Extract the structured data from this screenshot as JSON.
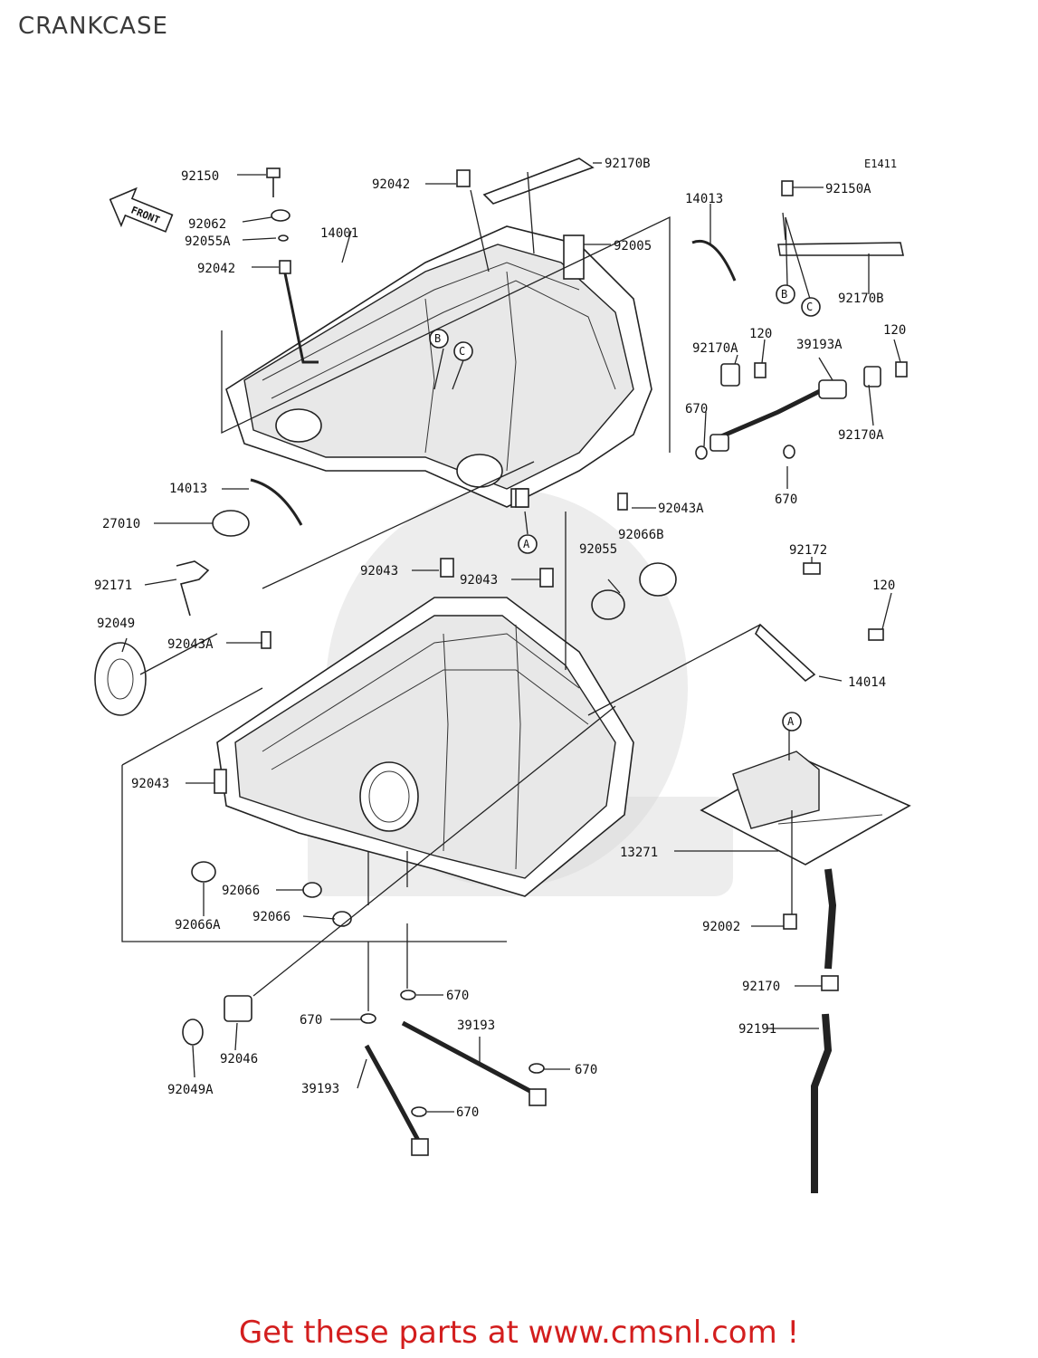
{
  "page": {
    "title": "CRANKCASE",
    "code": "E1411",
    "footer": "Get these parts at www.cmsnl.com !",
    "accent_color": "#d31e1e"
  },
  "front_arrow": "FRONT",
  "callouts": [
    "A",
    "B",
    "C"
  ],
  "labels": {
    "l92150": "92150",
    "l92062": "92062",
    "l92055A": "92055A",
    "l92042a": "92042",
    "l92042b": "92042",
    "l14001": "14001",
    "l92170B_top": "92170B",
    "l92005": "92005",
    "l14013_top": "14013",
    "l92150A": "92150A",
    "l92170B_right": "92170B",
    "l120a": "120",
    "l92170A_a": "92170A",
    "l39193A": "39193A",
    "l120b": "120",
    "l670a": "670",
    "l92170A_b": "92170A",
    "l670b": "670",
    "l14013_left": "14013",
    "l27010": "27010",
    "l92043A_a": "92043A",
    "l92066B": "92066B",
    "l92171": "92171",
    "l92043a": "92043",
    "l92043b": "92043",
    "l92055": "92055",
    "l92172": "92172",
    "l120c": "120",
    "l92049": "92049",
    "l92043A_b": "92043A",
    "l14014": "14014",
    "l92043c": "92043",
    "l13271": "13271",
    "l92066a": "92066",
    "l92066A": "92066A",
    "l92066b": "92066",
    "l92002": "92002",
    "l670c": "670",
    "l92170": "92170",
    "l670d": "670",
    "l39193a": "39193",
    "l92191": "92191",
    "l670e": "670",
    "l92046": "92046",
    "l92049A": "92049A",
    "l39193b": "39193",
    "l670f": "670"
  }
}
